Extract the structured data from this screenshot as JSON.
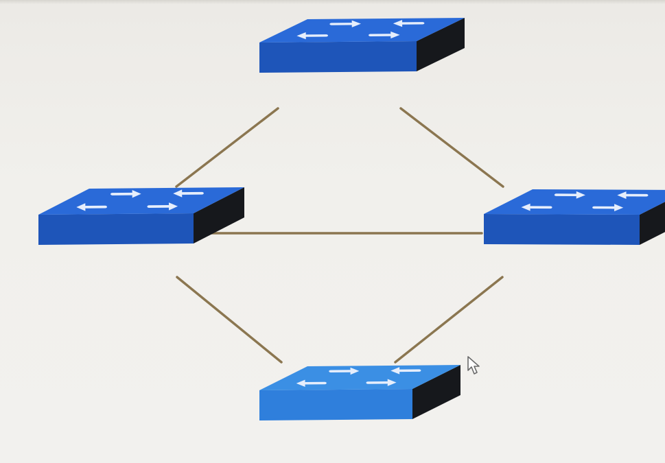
{
  "diagram": {
    "type": "network-topology",
    "nodes": [
      {
        "id": "switch-top",
        "icon": "network-switch-icon"
      },
      {
        "id": "switch-left",
        "icon": "network-switch-icon"
      },
      {
        "id": "switch-right",
        "icon": "network-switch-icon"
      },
      {
        "id": "switch-bottom",
        "icon": "network-switch-icon"
      }
    ],
    "links": [
      {
        "from": "switch-top",
        "to": "switch-left"
      },
      {
        "from": "switch-top",
        "to": "switch-right"
      },
      {
        "from": "switch-left",
        "to": "switch-right"
      },
      {
        "from": "switch-left",
        "to": "switch-bottom"
      },
      {
        "from": "switch-right",
        "to": "switch-bottom"
      }
    ]
  },
  "colors": {
    "background": "#f1f0ec",
    "link": "#8b7650",
    "switch_top": "#2a6ad8",
    "switch_front": "#1e55b9",
    "switch_side": "#16181c",
    "switch_bottom_top": "#3b8fe4",
    "switch_bottom_front": "#2f7fdc",
    "arrow": "#e6eefc"
  },
  "cursor": {
    "icon": "mouse-pointer-icon"
  }
}
